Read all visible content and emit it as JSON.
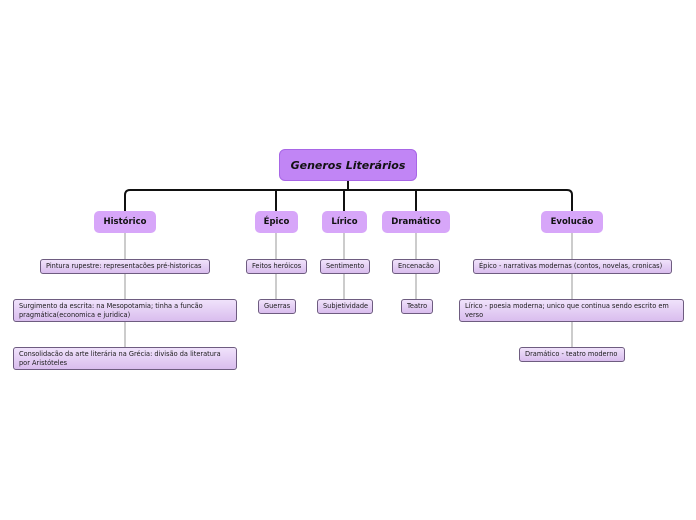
{
  "root": {
    "label": "Generos Literários"
  },
  "branches": [
    {
      "label": "Histórico",
      "items": [
        "Pintura rupestre: representacões pré-historicas",
        "Surgimento da escrita: na Mesopotamia; tinha a funcão pragmática(economica e juridica)",
        "Consolidacão da arte literária na Grécia: divisão da literatura por Aristóteles"
      ]
    },
    {
      "label": "Épico",
      "items": [
        "Feitos heróicos",
        "Guerras"
      ]
    },
    {
      "label": "Lírico",
      "items": [
        "Sentimento",
        "Subjetividade"
      ]
    },
    {
      "label": "Dramático",
      "items": [
        "Encenacão",
        "Teatro"
      ]
    },
    {
      "label": "Evolucão",
      "items": [
        "Épico - narrativas modernas (contos, novelas, cronicas)",
        "Lírico - poesia moderna; unico que continua sendo escrito em verso",
        "Dramático - teatro moderno"
      ]
    }
  ],
  "colors": {
    "root": "#c185f5",
    "branch": "#d7a6f9",
    "leaf_top": "#f0e2fb",
    "leaf_bottom": "#d9bdee",
    "connector": "#111111"
  }
}
